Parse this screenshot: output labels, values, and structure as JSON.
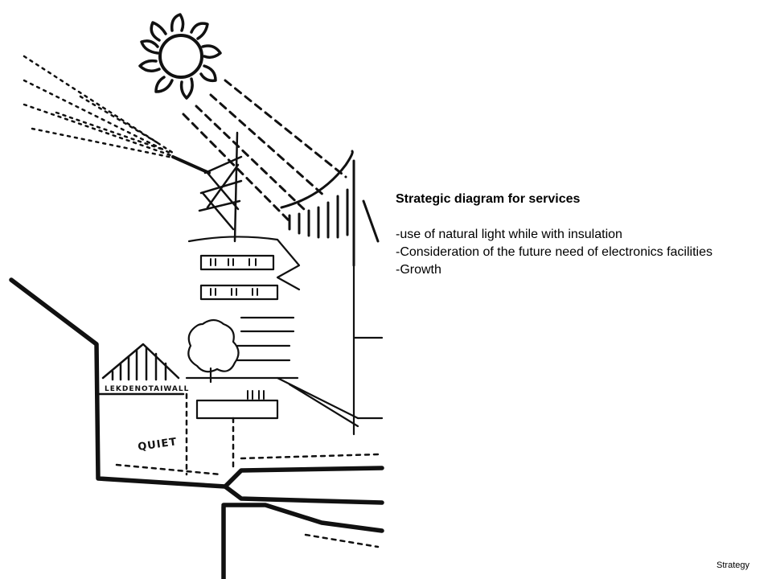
{
  "slide": {
    "title": "Strategic diagram for services",
    "points": [
      "-use of natural light while with insulation",
      "-Consideration of the future need of electronics facilities",
      "-Growth"
    ],
    "footer": "Strategy"
  },
  "sketch": {
    "labels": {
      "tree_band": "LEKDENOTAIWALL",
      "quiet": "QUIET"
    }
  }
}
